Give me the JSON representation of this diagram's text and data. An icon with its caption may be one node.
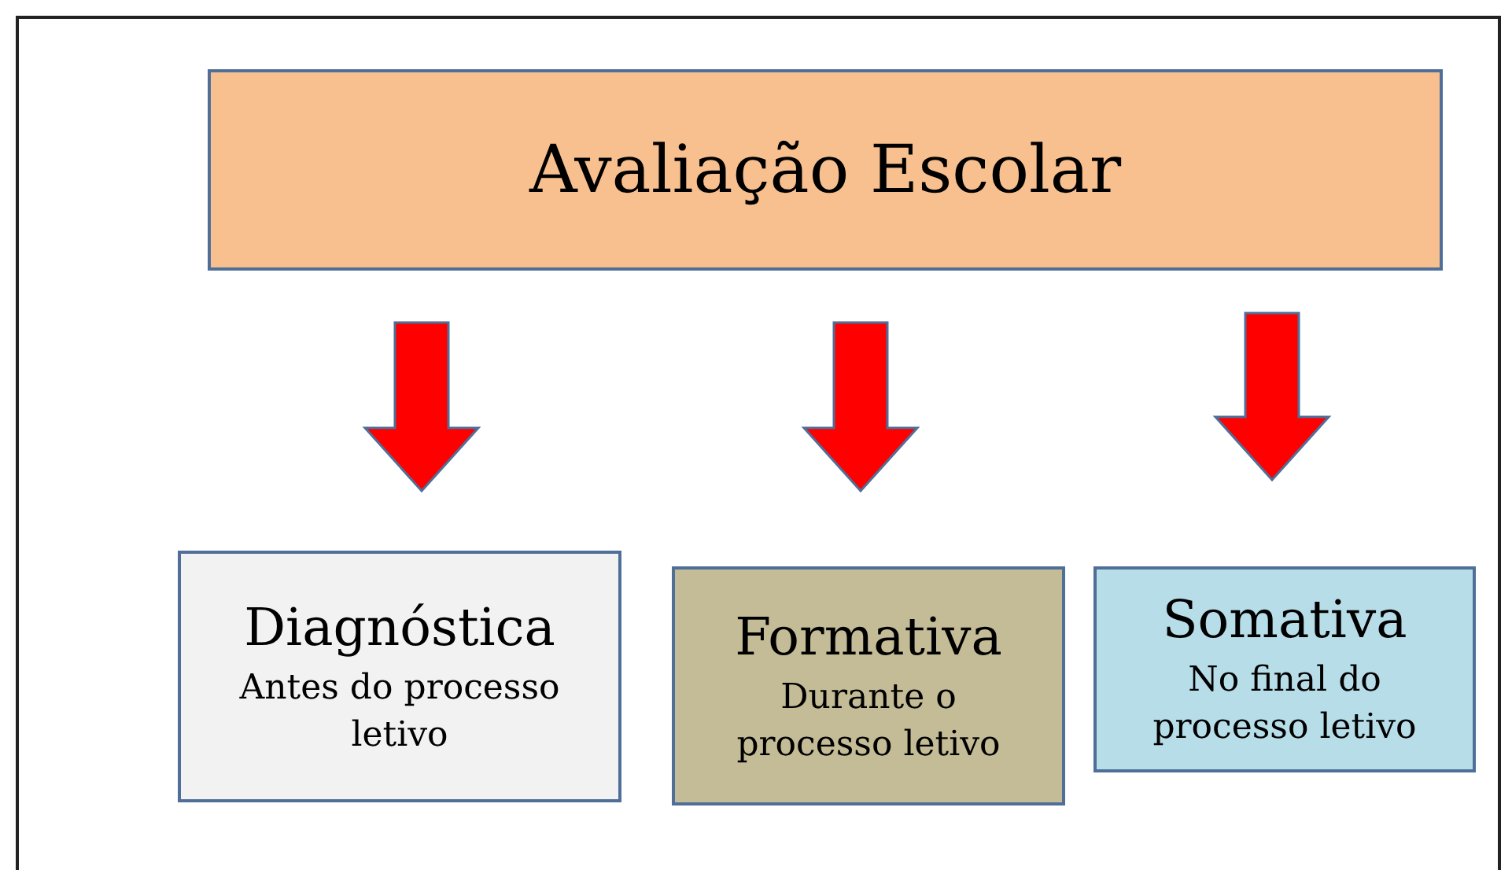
{
  "diagram": {
    "nodes": [
      {
        "text": [
          "Avaliação Escolar"
        ]
      },
      {
        "text": [
          "Diagnóstica",
          "Antes do processo letivo"
        ]
      },
      {
        "text": [
          "Formativa",
          "Durante o processo letivo"
        ]
      },
      {
        "text": [
          "Somativa",
          "No final do processo letivo"
        ]
      }
    ],
    "edges": [
      {
        "from": 0,
        "to": 1,
        "arrow": "to"
      },
      {
        "from": 0,
        "to": 2,
        "arrow": "to"
      },
      {
        "from": 0,
        "to": 3,
        "arrow": "to"
      }
    ]
  }
}
